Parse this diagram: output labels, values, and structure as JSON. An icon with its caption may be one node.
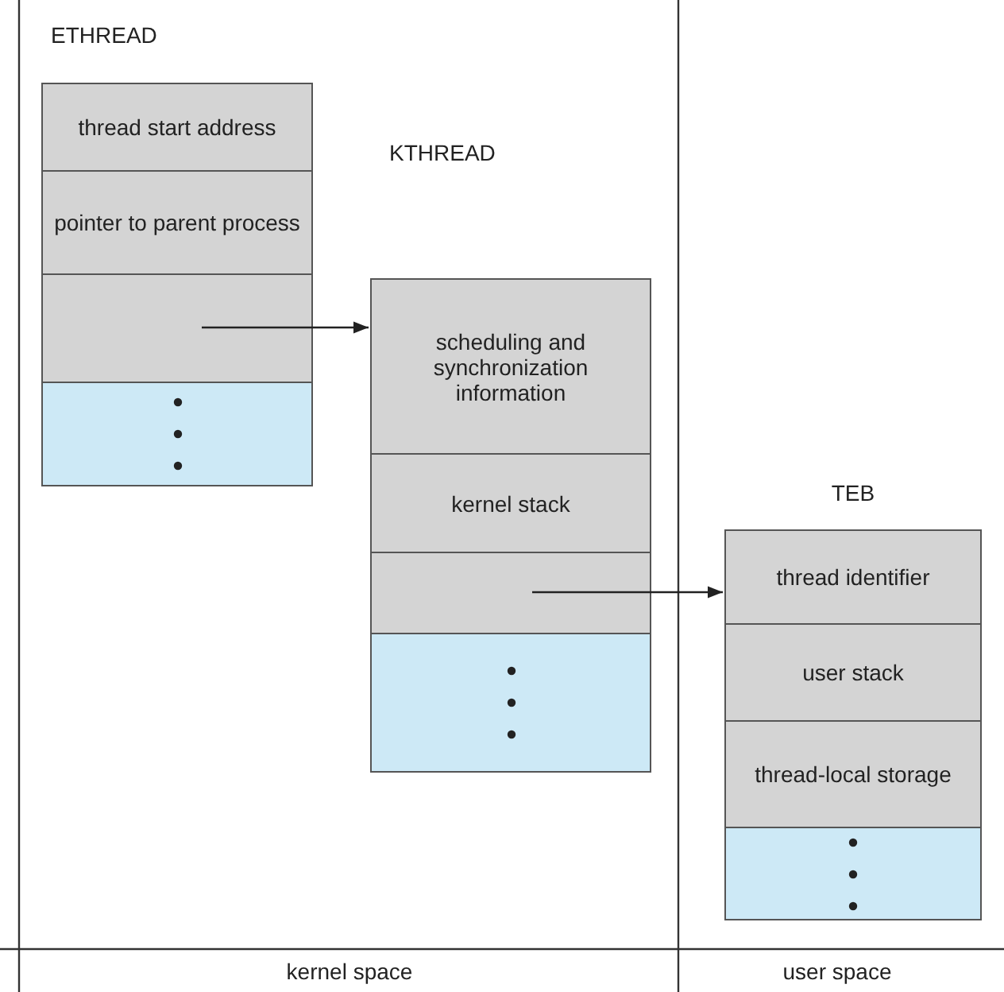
{
  "diagram": {
    "nodes": [
      {
        "text": [
          "ETHREAD"
        ]
      },
      {
        "text": [
          "thread start address"
        ],
        "in": 0
      },
      {
        "text": [
          "pointer to parent process"
        ],
        "in": 0
      },
      {
        "text": [],
        "shape": "box",
        "in": 0
      },
      {
        "text": [],
        "shape": "box",
        "in": 0
      },
      {
        "text": [
          "KTHREAD"
        ]
      },
      {
        "text": [
          "scheduling and synchronization information"
        ],
        "in": 5
      },
      {
        "text": [
          "kernel stack"
        ],
        "in": 5
      },
      {
        "text": [],
        "shape": "box",
        "in": 5
      },
      {
        "text": [],
        "shape": "box",
        "in": 5
      },
      {
        "text": [
          "TEB"
        ]
      },
      {
        "text": [
          "thread identifier"
        ],
        "in": 10
      },
      {
        "text": [
          "user stack"
        ],
        "in": 10
      },
      {
        "text": [
          "thread-local storage"
        ],
        "in": 10
      },
      {
        "text": [],
        "shape": "box",
        "in": 10
      }
    ],
    "edges": [
      {
        "from": 3,
        "to": 6,
        "arrow": "to"
      },
      {
        "from": 8,
        "to": 11,
        "arrow": "to"
      }
    ],
    "labels": [
      "kernel space",
      "user space"
    ]
  }
}
